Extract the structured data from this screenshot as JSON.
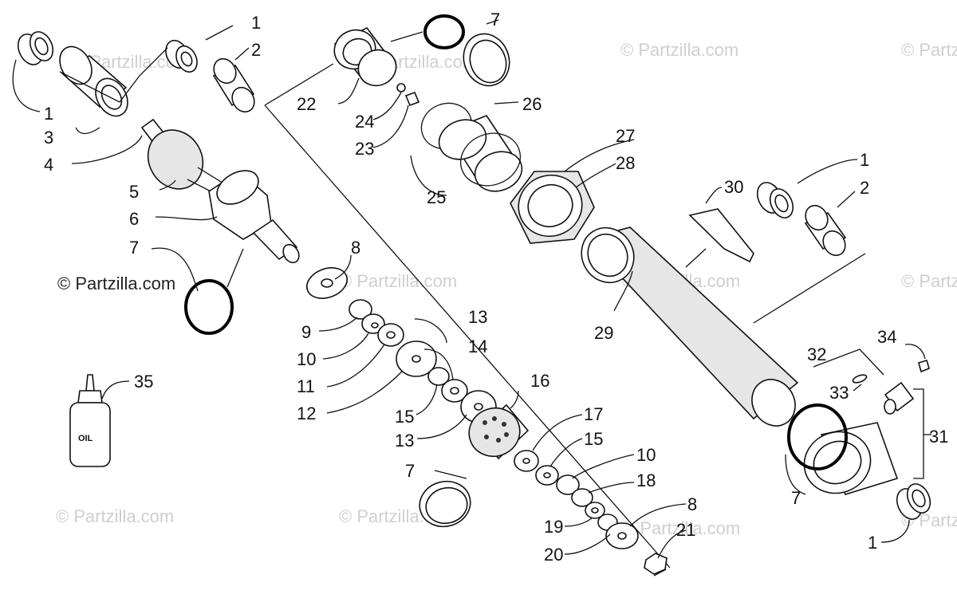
{
  "watermarks": {
    "faint": "© Partzilla.com",
    "prominent": "© Partzilla.com"
  },
  "oil_bottle_text": "OIL",
  "callouts": [
    "1",
    "2",
    "1",
    "3",
    "4",
    "5",
    "6",
    "7",
    "7",
    "22",
    "24",
    "23",
    "26",
    "25",
    "27",
    "28",
    "8",
    "9",
    "10",
    "11",
    "12",
    "13",
    "14",
    "15",
    "13",
    "16",
    "17",
    "15",
    "7",
    "10",
    "18",
    "19",
    "8",
    "20",
    "21",
    "30",
    "29",
    "1",
    "2",
    "34",
    "32",
    "33",
    "31",
    "7",
    "1",
    "35"
  ]
}
